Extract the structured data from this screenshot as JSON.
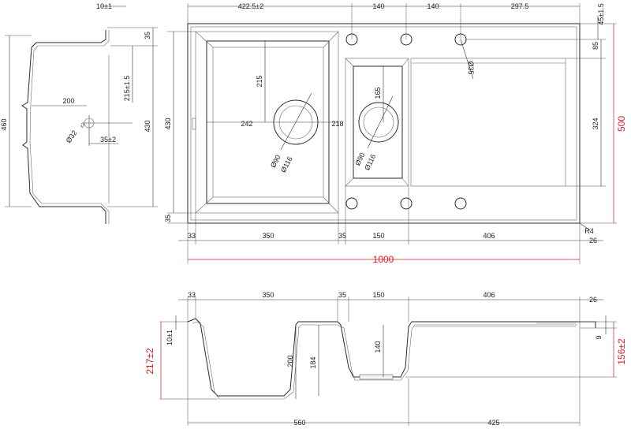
{
  "colors": {
    "line": "#2b2b2b",
    "dimension": "#333333",
    "overall": "#d51f26",
    "background": "#ffffff"
  },
  "top_view": {
    "top_row": [
      "10±1",
      "422.5±2",
      "140",
      "140",
      "297.5",
      "45±1.5"
    ],
    "right": [
      "85",
      "324",
      "500"
    ],
    "left": [
      "430",
      "35"
    ],
    "bottom_row": [
      "33",
      "350",
      "35",
      "150",
      "406",
      "26"
    ],
    "radius": "R4",
    "overall_width": "1000",
    "interior": {
      "big_bowl_depth": "215",
      "big_bowl_width": "242",
      "small_bowl_width": "218",
      "small_bowl_depth": "165",
      "hole": "Ø35",
      "drain_big_a": "Ø90",
      "drain_big_b": "Ø116",
      "drain_small_a": "Ø90",
      "drain_small_b": "Ø116"
    }
  },
  "side_view": {
    "left_height": "460",
    "right_height": "430",
    "top_gap": "35",
    "bowl_depth": "215±1.5",
    "drain_offset": "200",
    "drain_dia": "Ø32",
    "drain_dia_tol": "±2",
    "drain_from_wall": "35±2"
  },
  "section_view": {
    "top_row": [
      "33",
      "350",
      "35",
      "150",
      "406",
      "26"
    ],
    "lip": "10±1",
    "overall_height": "217±2",
    "depth_big_a": "200",
    "depth_big_b": "184",
    "depth_small": "140",
    "drainer_height": "9",
    "drainer_overall": "156±2",
    "bottom_row": [
      "560",
      "425"
    ]
  }
}
